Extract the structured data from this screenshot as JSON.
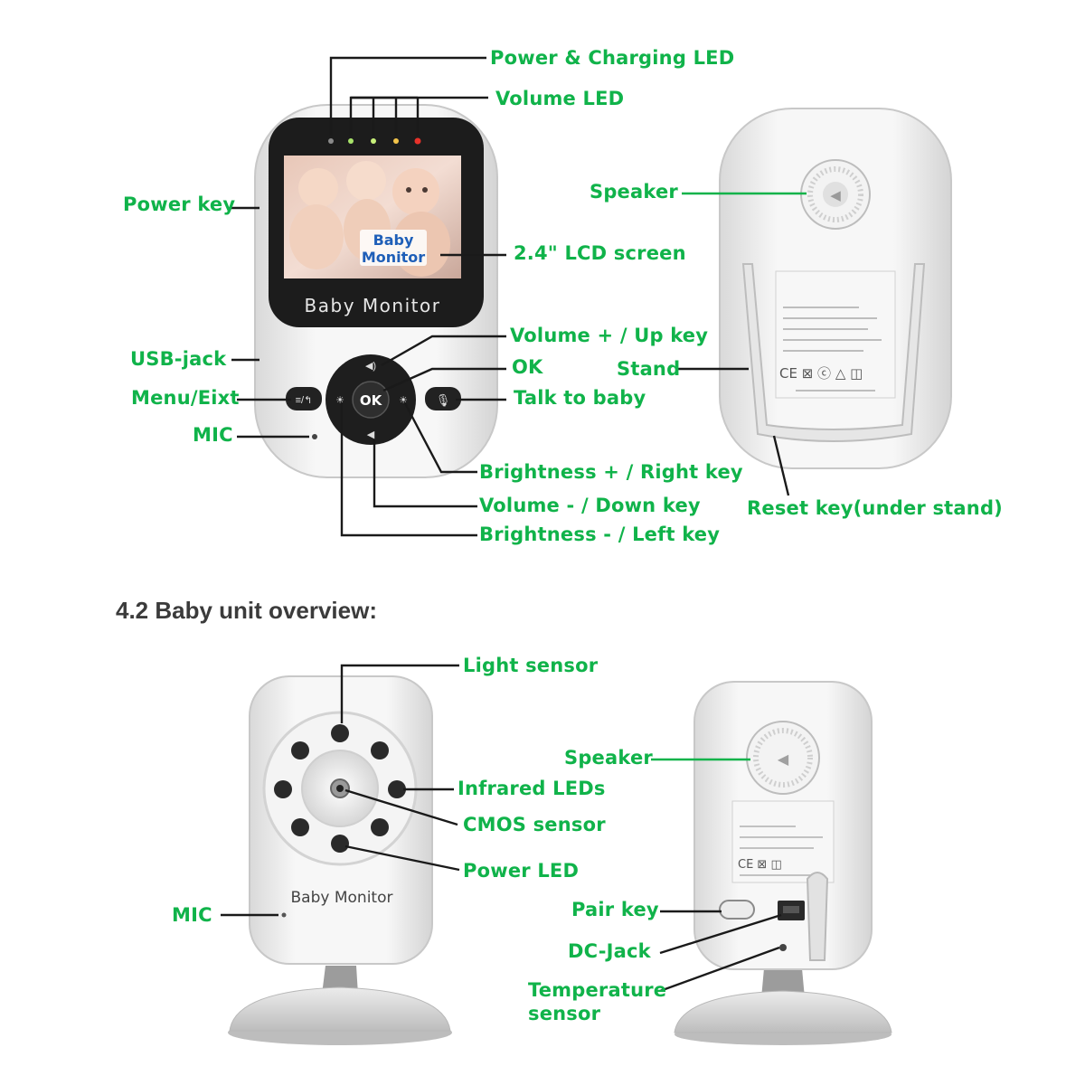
{
  "parent_unit": {
    "screen_brand": "Baby Monitor",
    "screen_overlay_text": "Baby\nMonitor",
    "ok_button_label": "OK",
    "labels": {
      "power_charging_led": "Power & Charging LED",
      "volume_led": "Volume LED",
      "power_key": "Power key",
      "lcd_screen": "2.4\" LCD screen",
      "usb_jack": "USB-jack",
      "menu_exit": "Menu/Eixt",
      "mic": "MIC",
      "volume_up_key": "Volume + / Up key",
      "ok": "OK",
      "talk_to_baby": "Talk to baby",
      "brightness_right_key": "Brightness + / Right key",
      "volume_down_key": "Volume - / Down key",
      "brightness_left_key": "Brightness - / Left key",
      "speaker": "Speaker",
      "stand": "Stand",
      "reset_key": "Reset key(under stand)"
    }
  },
  "section_heading": "4.2 Baby unit overview:",
  "baby_unit": {
    "body_text": "Baby Monitor",
    "labels": {
      "light_sensor": "Light sensor",
      "infrared_leds": "Infrared LEDs",
      "cmos_sensor": "CMOS sensor",
      "power_led": "Power LED",
      "mic": "MIC",
      "speaker": "Speaker",
      "pair_key": "Pair key",
      "dc_jack": "DC-Jack",
      "temperature_sensor": "Temperature\nsensor"
    }
  },
  "colors": {
    "label_green": "#10b34a",
    "leader_line": "#1a1a1a",
    "device_white": "#f2f2f2",
    "bezel_black": "#1c1c1c",
    "heading_gray": "#3b3b3b"
  }
}
